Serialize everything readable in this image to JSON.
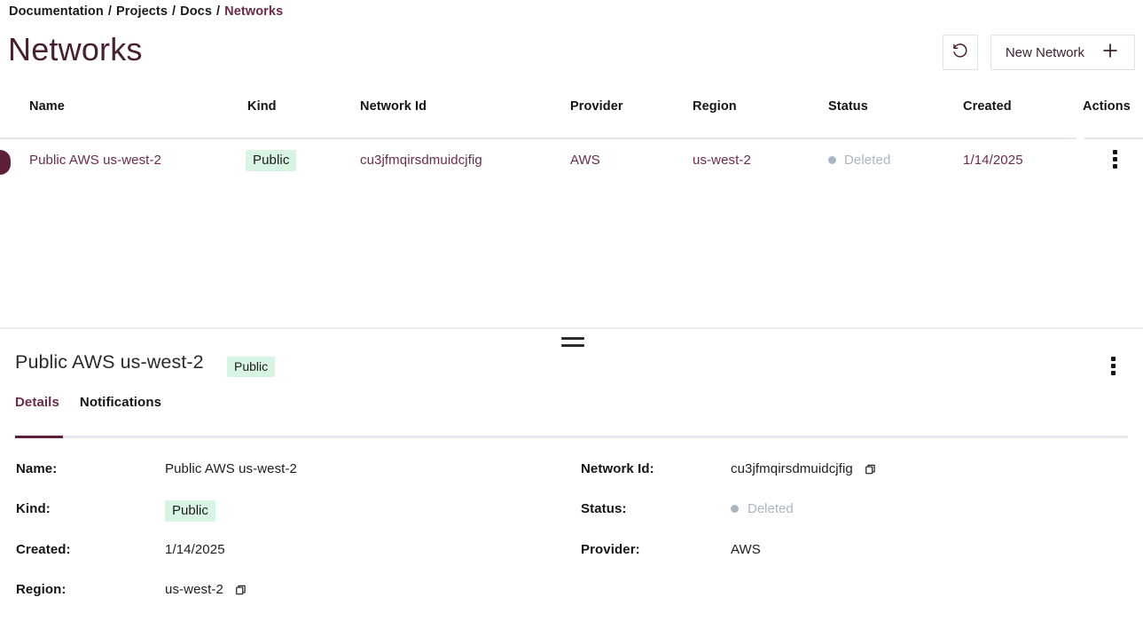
{
  "breadcrumb": {
    "items": [
      {
        "label": "Documentation",
        "current": false
      },
      {
        "label": "Projects",
        "current": false
      },
      {
        "label": "Docs",
        "current": false
      },
      {
        "label": "Networks",
        "current": true
      }
    ],
    "separator": "/"
  },
  "header": {
    "title": "Networks",
    "refresh_icon": "refresh-ccw-icon",
    "new_network_label": "New Network",
    "plus_icon": "plus-icon"
  },
  "table": {
    "columns": [
      "Name",
      "Kind",
      "Network Id",
      "Provider",
      "Region",
      "Status",
      "Created",
      "Actions"
    ],
    "rows": [
      {
        "name": "Public AWS us-west-2",
        "kind": "Public",
        "network_id": "cu3jfmqirsdmuidcjfig",
        "provider": "AWS",
        "region": "us-west-2",
        "status": "Deleted",
        "created": "1/14/2025",
        "actions_icon": "kebab-menu-icon",
        "selected": true
      }
    ]
  },
  "splitter": {
    "handle_icon": "drag-handle-icon"
  },
  "detail": {
    "title": "Public AWS us-west-2",
    "badge": "Public",
    "kebab_icon": "kebab-menu-icon",
    "tabs": [
      {
        "label": "Details",
        "active": true
      },
      {
        "label": "Notifications",
        "active": false
      }
    ],
    "fields_left": [
      {
        "label": "Name:",
        "value": "Public AWS us-west-2",
        "copy": false,
        "badge": false
      },
      {
        "label": "Kind:",
        "value": "Public",
        "copy": false,
        "badge": true
      },
      {
        "label": "Created:",
        "value": "1/14/2025",
        "copy": false,
        "badge": false
      },
      {
        "label": "Region:",
        "value": "us-west-2",
        "copy": true,
        "badge": false
      }
    ],
    "fields_right": [
      {
        "label": "Network Id:",
        "value": "cu3jfmqirsdmuidcjfig",
        "copy": true,
        "status": false
      },
      {
        "label": "Status:",
        "value": "Deleted",
        "copy": false,
        "status": true
      },
      {
        "label": "Provider:",
        "value": "AWS",
        "copy": false,
        "status": false
      }
    ],
    "copy_icon": "copy-icon"
  },
  "colors": {
    "accent": "#5e2038",
    "title": "#4a2030",
    "link": "#6d2b46",
    "badge_bg": "#d8f5e4",
    "status_grey": "#aab6c4",
    "rule": "#e7ebef"
  }
}
